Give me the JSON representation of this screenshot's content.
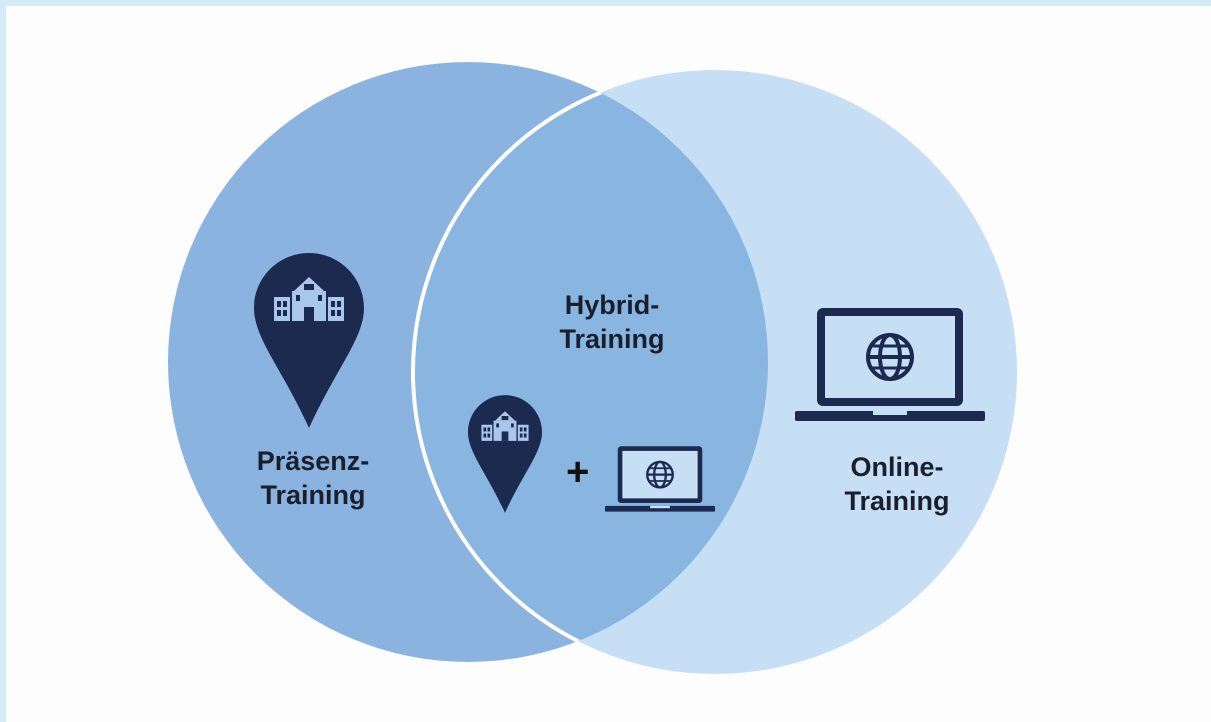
{
  "diagram": {
    "left_circle": {
      "label_line1": "Präsenz-",
      "label_line2": "Training",
      "icon": "school-location-pin-icon",
      "color": "#8bb3df"
    },
    "overlap": {
      "label_line1": "Hybrid-",
      "label_line2": "Training",
      "icons": [
        "school-location-pin-icon",
        "plus-icon",
        "laptop-globe-icon"
      ],
      "plus_symbol": "+",
      "color": "#88b6e1"
    },
    "right_circle": {
      "label_line1": "Online-",
      "label_line2": "Training",
      "icon": "laptop-globe-icon",
      "color": "#c6dff4"
    },
    "icon_color": "#1b2a4e",
    "background_color": "#d4eaf7"
  }
}
